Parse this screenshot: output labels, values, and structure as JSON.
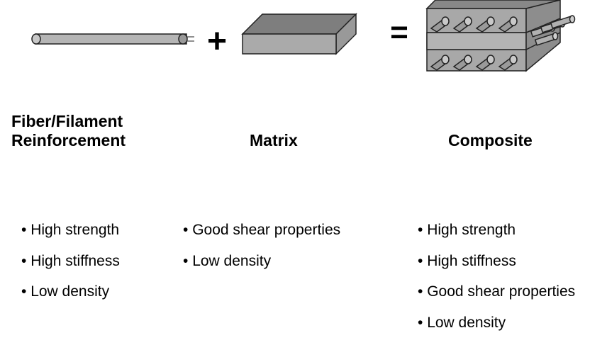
{
  "operators": {
    "plus": "+",
    "equals": "="
  },
  "icons": {
    "fiber": "fiber-rod-icon",
    "matrix": "matrix-slab-icon",
    "composite": "composite-block-icon"
  },
  "colors": {
    "fill": "#aaaaaa",
    "fill_light": "#c2c2c2",
    "fill_dark": "#7a7a7a",
    "stroke": "#222222"
  },
  "columns": [
    {
      "title_lines": [
        "Fiber/Filament",
        "Reinforcement"
      ],
      "properties": [
        "High strength",
        "High stiffness",
        "Low density"
      ]
    },
    {
      "title_lines": [
        "Matrix"
      ],
      "properties": [
        "Good shear properties",
        "Low density"
      ]
    },
    {
      "title_lines": [
        "Composite"
      ],
      "properties": [
        "High strength",
        "High stiffness",
        "Good shear properties",
        "Low density"
      ]
    }
  ]
}
